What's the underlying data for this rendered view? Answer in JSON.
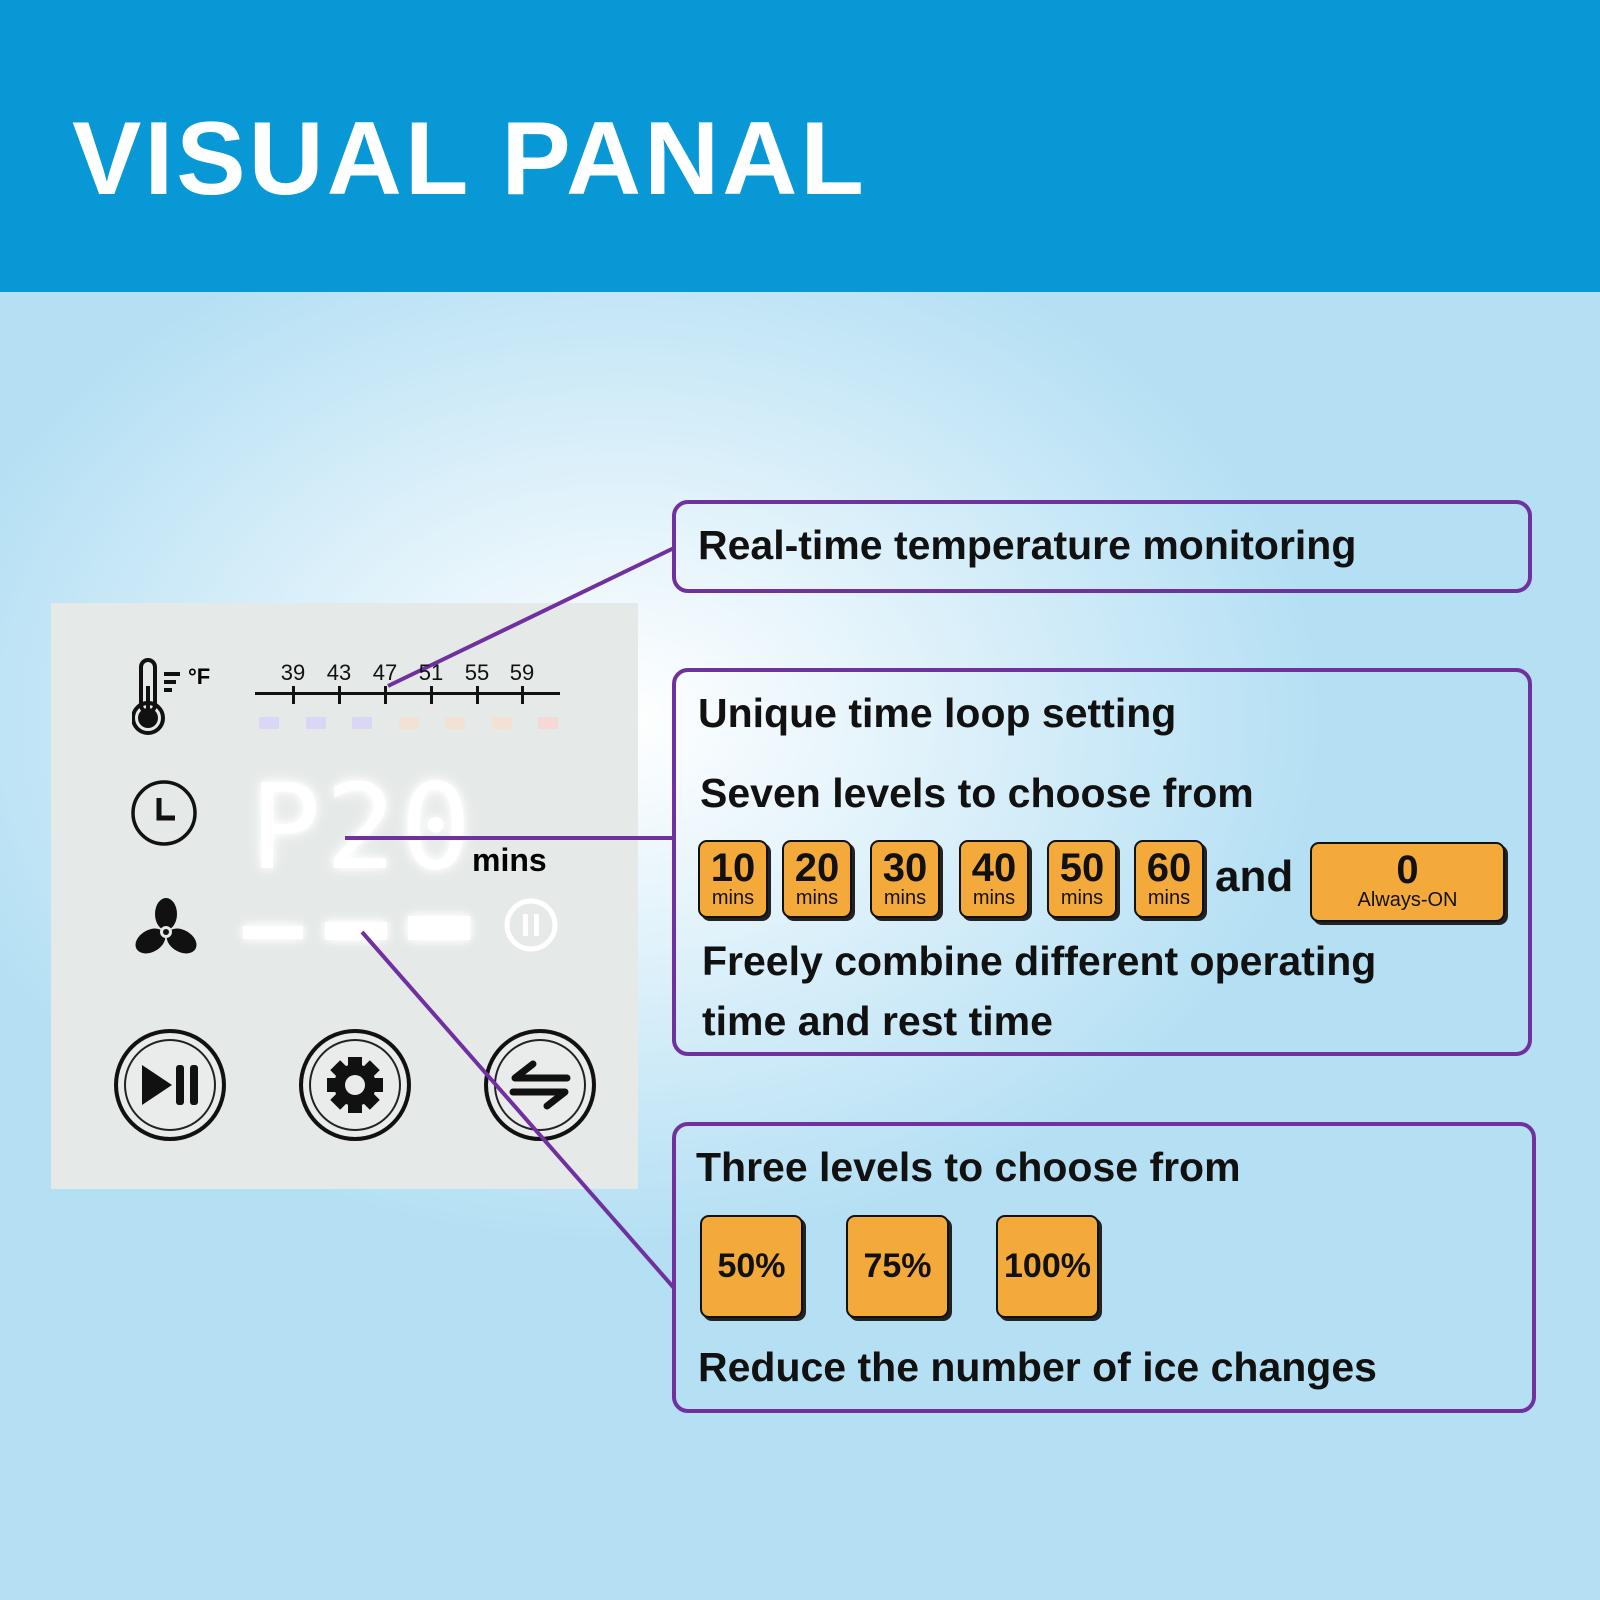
{
  "title": "VISUAL PANAL",
  "panel": {
    "temp_unit": "°F",
    "temp_scale": [
      "39",
      "43",
      "47",
      "51",
      "55",
      "59"
    ],
    "led_colors": [
      "#d9d6f6",
      "#d9d6f6",
      "#d9d6f6",
      "#f3e2d3",
      "#f3e2d3",
      "#f3e2d3",
      "#f6d9d6"
    ],
    "display": "P20",
    "display_unit": "mins",
    "fan_level_of_3": 3
  },
  "callouts": {
    "temp": {
      "heading": "Real-time temperature monitoring"
    },
    "time": {
      "heading": "Unique time loop setting",
      "subheading": "Seven levels to choose from",
      "options": [
        {
          "n": "10",
          "u": "mins"
        },
        {
          "n": "20",
          "u": "mins"
        },
        {
          "n": "30",
          "u": "mins"
        },
        {
          "n": "40",
          "u": "mins"
        },
        {
          "n": "50",
          "u": "mins"
        },
        {
          "n": "60",
          "u": "mins"
        }
      ],
      "and": "and",
      "always_on": {
        "n": "0",
        "u": "Always-ON"
      },
      "desc_line1": "Freely combine different operating",
      "desc_line2": "time and rest time"
    },
    "fan": {
      "heading": "Three levels to choose from",
      "options": [
        "50%",
        "75%",
        "100%"
      ],
      "desc": "Reduce the number of ice changes"
    }
  },
  "colors": {
    "header": "#0898d6",
    "accent": "#7030a0",
    "chip": "#f4a93b"
  }
}
